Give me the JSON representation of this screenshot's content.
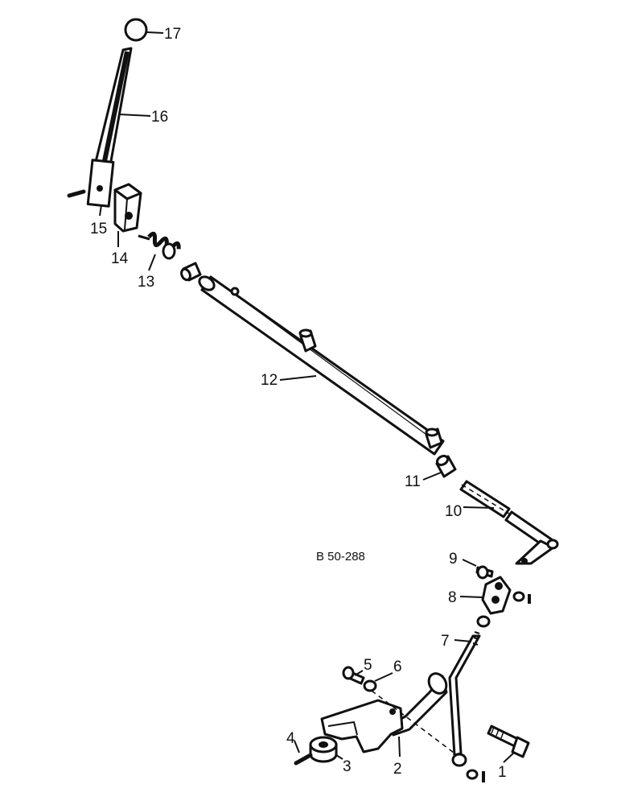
{
  "reference_code": "B 50-288",
  "callouts": {
    "c1": "1",
    "c2": "2",
    "c3": "3",
    "c4": "4",
    "c5": "5",
    "c6": "6",
    "c7": "7",
    "c8": "8",
    "c9": "9",
    "c10": "10",
    "c11": "11",
    "c12": "12",
    "c13": "13",
    "c14": "14",
    "c15": "15",
    "c16": "16",
    "c17": "17"
  }
}
